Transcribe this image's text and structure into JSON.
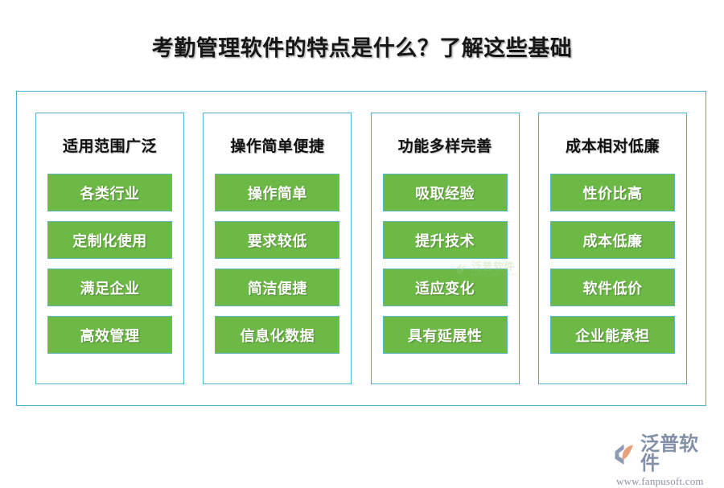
{
  "page": {
    "title": "考勤管理软件的特点是什么？了解这些基础",
    "background_color": "#ffffff",
    "accent_border_color": "#49b5cd",
    "chip_color": "#6cb946",
    "chip_border_color": "#5fb6bd",
    "title_color": "#161616"
  },
  "columns": [
    {
      "title": "适用范围广泛",
      "items": [
        "各类行业",
        "定制化使用",
        "满足企业",
        "高效管理"
      ]
    },
    {
      "title": "操作简单便捷",
      "items": [
        "操作简单",
        "要求较低",
        "简洁便捷",
        "信息化数据"
      ]
    },
    {
      "title": "功能多样完善",
      "items": [
        "吸取经验",
        "提升技术",
        "适应变化",
        "具有延展性"
      ]
    },
    {
      "title": "成本相对低廉",
      "items": [
        "性价比高",
        "成本低廉",
        "软件低价",
        "企业能承担"
      ]
    }
  ],
  "watermark": {
    "icon": "fanpu-logo-icon",
    "name_cn": "泛普软件",
    "name_en": "FANPU SOFTWARE",
    "color": "#9fcf7e"
  },
  "brand": {
    "icon": "fanpu-logo-icon",
    "name_cn": "泛普软件",
    "url": "www.fanpusoft.com",
    "text_color": "#8490a8",
    "mark_blue": "#8f9bb3",
    "mark_orange": "#e8a07a"
  }
}
